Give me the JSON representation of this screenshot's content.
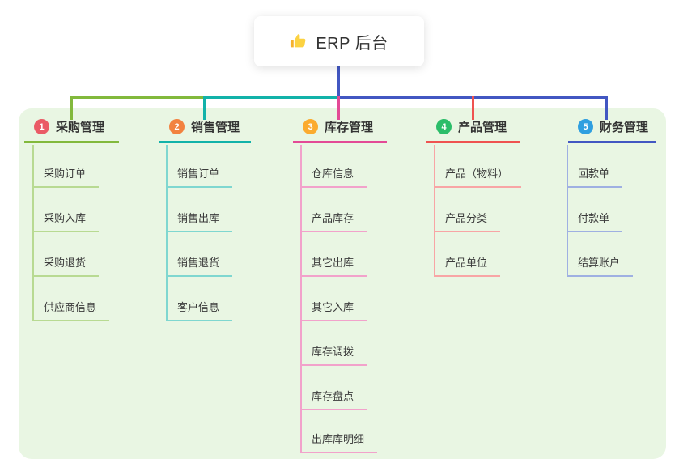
{
  "root": {
    "label": "ERP 后台",
    "icon": "thumbs-up-icon"
  },
  "canvas": {
    "background": "#ffffff",
    "panel_background": "#e9f6e3",
    "text_color": "#333333"
  },
  "connector": {
    "stem_color": "#4257c2"
  },
  "branches": [
    {
      "badge": "1",
      "label": "采购管理",
      "colors": {
        "badge": "#ea5b66",
        "line": "#82b93c",
        "light": "#b8da92"
      },
      "children": [
        "采购订单",
        "采购入库",
        "采购退货",
        "供应商信息"
      ]
    },
    {
      "badge": "2",
      "label": "销售管理",
      "colors": {
        "badge": "#f2823f",
        "line": "#12b2a9",
        "light": "#7fd7d0"
      },
      "children": [
        "销售订单",
        "销售出库",
        "销售退货",
        "客户信息"
      ]
    },
    {
      "badge": "3",
      "label": "库存管理",
      "colors": {
        "badge": "#fbab2e",
        "line": "#e34a96",
        "light": "#f2a2cb"
      },
      "children": [
        "仓库信息",
        "产品库存",
        "其它出库",
        "其它入库",
        "库存调拨",
        "库存盘点",
        "出库库明细"
      ]
    },
    {
      "badge": "4",
      "label": "产品管理",
      "colors": {
        "badge": "#2bbd69",
        "line": "#ef5350",
        "light": "#f8a5a5"
      },
      "children": [
        "产品（物料）",
        "产品分类",
        "产品单位"
      ]
    },
    {
      "badge": "5",
      "label": "财务管理",
      "colors": {
        "badge": "#2f9fe0",
        "line": "#4257c2",
        "light": "#9fb0e2"
      },
      "children": [
        "回款单",
        "付款单",
        "结算账户"
      ]
    }
  ]
}
